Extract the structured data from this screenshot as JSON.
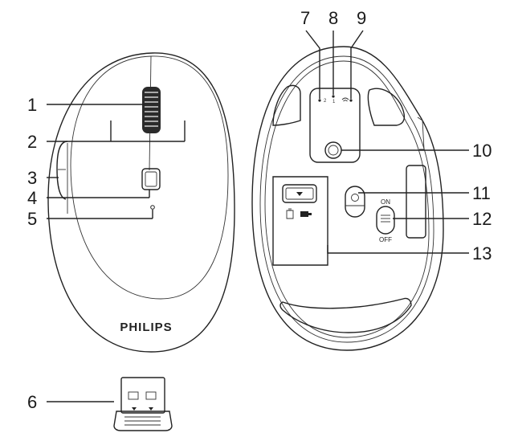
{
  "callouts": [
    "1",
    "2",
    "3",
    "4",
    "5",
    "6",
    "7",
    "8",
    "9",
    "10",
    "11",
    "12",
    "13"
  ],
  "brand": "PHILIPS",
  "dpi_labels": [
    "2",
    "1"
  ],
  "switch": {
    "on": "ON",
    "off": "OFF"
  }
}
